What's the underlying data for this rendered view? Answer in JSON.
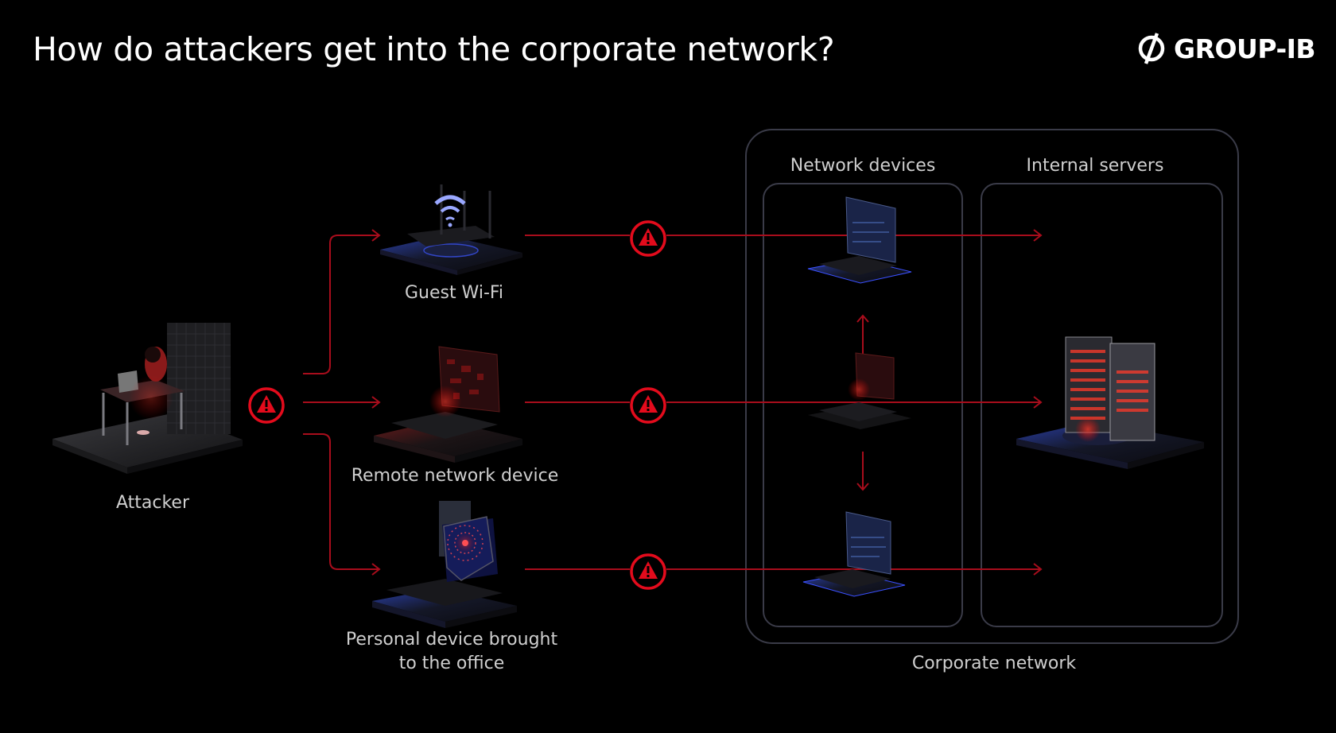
{
  "title": "How do attackers get into the corporate network?",
  "brand": {
    "name": "GROUP-IB",
    "icon": "group-ib-logo-icon"
  },
  "colors": {
    "background": "#000000",
    "accent": "#e30b1c",
    "line": "#a80d1c",
    "frame": "#3a3b48",
    "label": "#cfcfcf"
  },
  "attacker": {
    "label": "Attacker",
    "icon": "hooded-hacker-at-desk-illustration"
  },
  "entry_points": [
    {
      "label": "Guest Wi-Fi",
      "icon": "wifi-router-illustration"
    },
    {
      "label": "Remote network device",
      "icon": "infected-laptop-illustration"
    },
    {
      "label": "Personal device brought",
      "label2": "to the office",
      "icon": "personal-laptop-illustration"
    }
  ],
  "warning_icon": "warning-triangle-icon",
  "corporate_network": {
    "label": "Corporate network",
    "network_devices": {
      "label": "Network devices"
    },
    "internal_servers": {
      "label": "Internal servers",
      "icon": "server-towers-illustration"
    }
  }
}
